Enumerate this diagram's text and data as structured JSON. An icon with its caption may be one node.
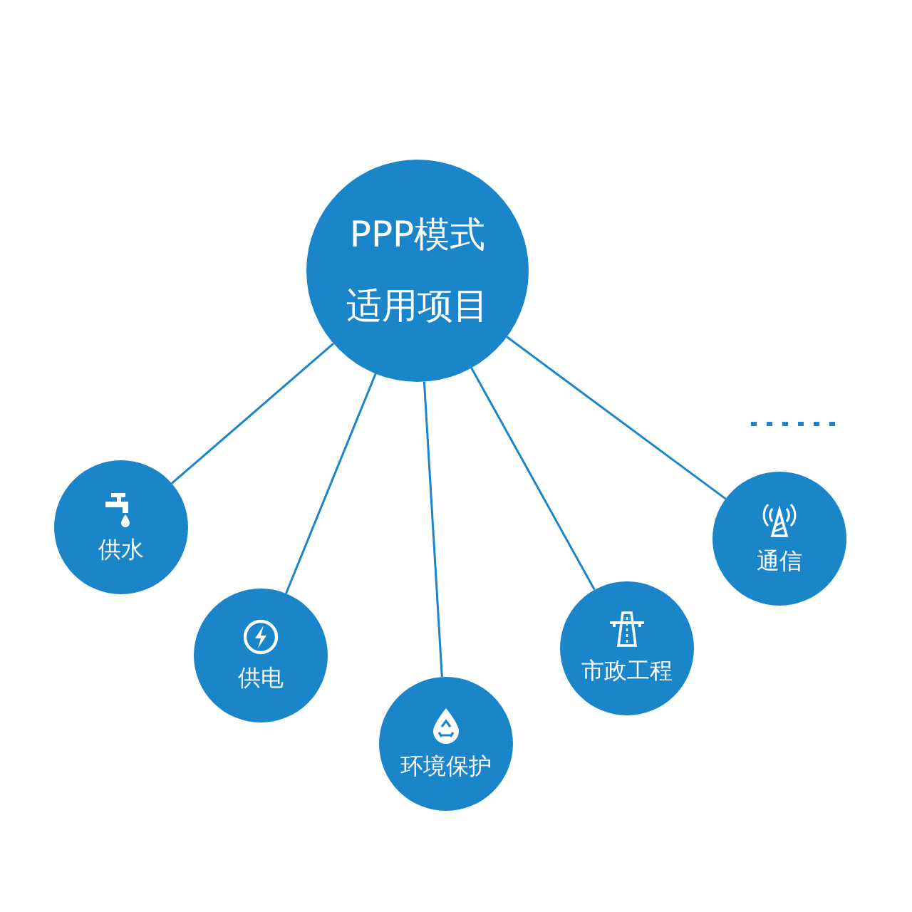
{
  "diagram": {
    "nodes": [
      {
        "text": [
          "PPP模式",
          "适用项目"
        ]
      },
      {
        "text": [
          "供水"
        ]
      },
      {
        "text": [
          "供电"
        ]
      },
      {
        "text": [
          "环境保护"
        ]
      },
      {
        "text": [
          "市政工程"
        ]
      },
      {
        "text": [
          "通信"
        ]
      }
    ],
    "edges": [
      {
        "from": 0,
        "to": 1,
        "arrow": "none"
      },
      {
        "from": 0,
        "to": 2,
        "arrow": "none"
      },
      {
        "from": 0,
        "to": 3,
        "arrow": "none"
      },
      {
        "from": 0,
        "to": 4,
        "arrow": "none"
      },
      {
        "from": 0,
        "to": 5,
        "arrow": "none"
      }
    ]
  }
}
